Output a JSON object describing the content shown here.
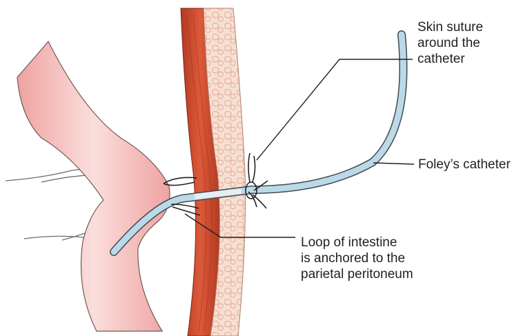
{
  "labels": {
    "skin_suture": [
      "Skin suture",
      "around the",
      "catheter"
    ],
    "foley_catheter": "Foley’s catheter",
    "loop_anchor": [
      "Loop of intestine",
      "is anchored to the",
      "parietal peritoneum"
    ]
  },
  "colors": {
    "muscle": "#c8452a",
    "muscle_dark": "#9e2d1c",
    "fat": "#f3d9cc",
    "fat_pattern": "#e7a98f",
    "intestine": "#f2b5b3",
    "intestine_edge": "#6e5856",
    "catheter": "#bcd9e8",
    "catheter_edge": "#3f4a52",
    "line": "#231f20"
  }
}
